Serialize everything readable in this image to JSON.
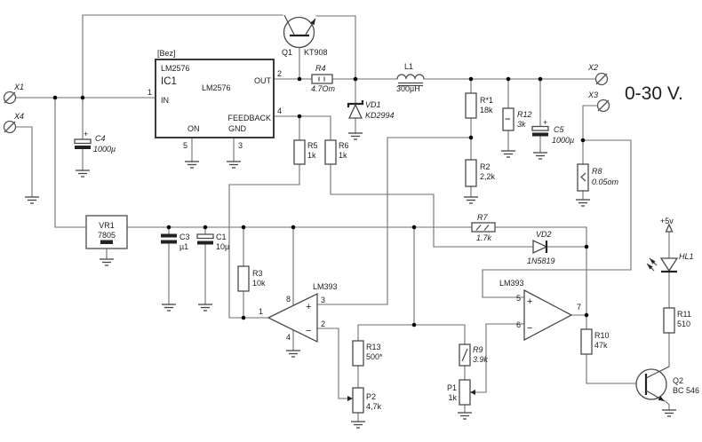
{
  "figure": {
    "type": "circuit-schematic",
    "title": "0-30 V."
  },
  "labels": {
    "x1": "X1",
    "x4": "X4",
    "x2": "X2",
    "x3": "X3",
    "title": "0-30 V.",
    "plus": "+",
    "ic1": {
      "bez": "[Bez]",
      "chip": "LM2576",
      "ref": "IC1",
      "chip2": "LM2576",
      "in": "IN",
      "out": "OUT",
      "feedback": "FEEDBACK",
      "on": "ON",
      "gnd": "GND",
      "p1": "1",
      "p2": "2",
      "p3": "3",
      "p4": "4",
      "p5": "5"
    },
    "q1": {
      "ref": "Q1",
      "val": "KT908"
    },
    "q2": {
      "ref": "Q2",
      "val": "BC 546"
    },
    "vr1": {
      "ref": "VR1",
      "val": "7805"
    },
    "c1": {
      "ref": "C1",
      "val": "10µ"
    },
    "c3": {
      "ref": "C3",
      "val": "µ1"
    },
    "c4": {
      "ref": "C4",
      "val": "1000µ"
    },
    "c5": {
      "ref": "C5",
      "val": "1000µ"
    },
    "l1": {
      "ref": "L1",
      "val": "300µH"
    },
    "vd1": {
      "ref": "VD1",
      "val": "KD2994"
    },
    "vd2": {
      "ref": "VD2",
      "val": "1N5819"
    },
    "r2": {
      "ref": "R2",
      "val": "2,2k"
    },
    "r3": {
      "ref": "R3",
      "val": "10k"
    },
    "r4": {
      "ref": "R4",
      "val": "4.7Om"
    },
    "r5": {
      "ref": "R5",
      "val": "1k"
    },
    "r6": {
      "ref": "R6",
      "val": "1k"
    },
    "r7": {
      "ref": "R7",
      "val": "1.7k"
    },
    "r8": {
      "ref": "R8",
      "val": "0.05om"
    },
    "r9": {
      "ref": "R9",
      "val": "3.9k"
    },
    "r10": {
      "ref": "R10",
      "val": "47k"
    },
    "r11": {
      "ref": "R11",
      "val": "510"
    },
    "r12": {
      "ref": "R12",
      "val": "3k"
    },
    "rs1": {
      "ref": "R*1",
      "val": "18k"
    },
    "r13": {
      "ref": "R13",
      "val": "500*"
    },
    "p1": {
      "ref": "P1",
      "val": "1k"
    },
    "p2": {
      "ref": "P2",
      "val": "4,7k"
    },
    "hl1": {
      "ref": "HL1",
      "supply": "+5v"
    },
    "comp1": {
      "name": "LM393",
      "p1": "1",
      "p2": "2",
      "p3": "3",
      "p4": "4",
      "p8": "8",
      "plus": "+",
      "minus": "−"
    },
    "comp2": {
      "name": "LM393",
      "p5": "5",
      "p6": "6",
      "p7": "7",
      "plus": "+",
      "minus": "−"
    }
  }
}
